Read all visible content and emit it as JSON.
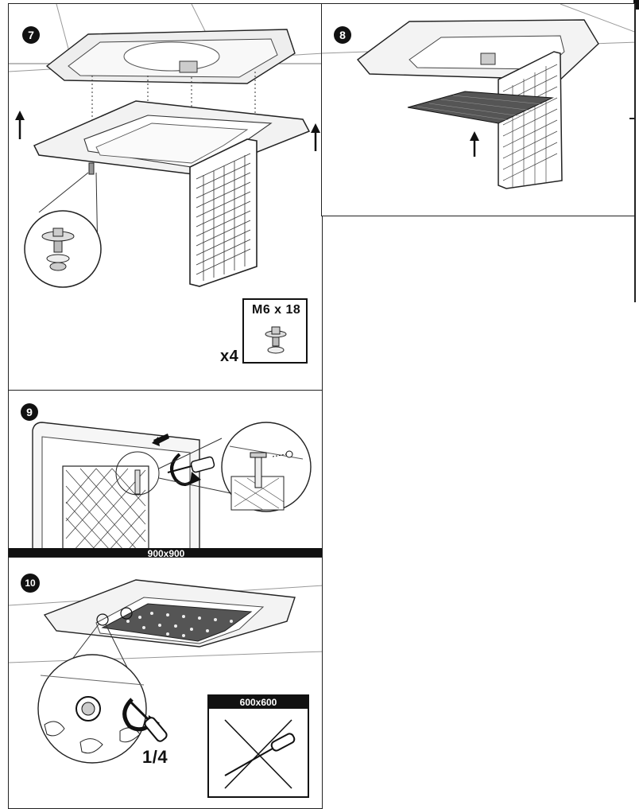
{
  "steps": {
    "step7": {
      "number": "7",
      "screw_spec": "M6 x 18",
      "quantity": "x4"
    },
    "step8": {
      "number": "8"
    },
    "step9": {
      "number": "9",
      "size_label": "900x900"
    },
    "step10": {
      "number": "10",
      "turn_label": "1/4",
      "size_label": "600x600"
    }
  },
  "icons": [
    "up-arrow-icon",
    "screw-icon",
    "screwdriver-icon",
    "rotate-icon",
    "cross-out-icon",
    "magnifier-callout-icon"
  ]
}
